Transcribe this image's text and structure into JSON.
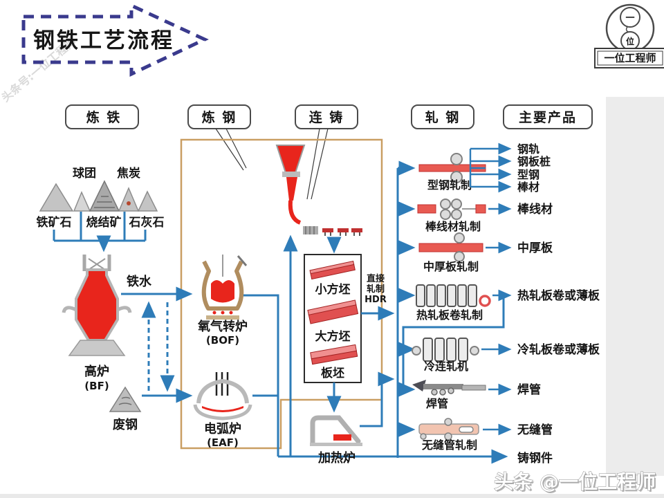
{
  "title": "钢铁工艺流程",
  "logo": {
    "top_char": "一",
    "bottom_char": "位",
    "label": "一位工程师"
  },
  "watermarks": {
    "left_diagonal": "头条号:一位工程师",
    "bottom": "头条 @一位工程师"
  },
  "stages": [
    "炼 铁",
    "炼 钢",
    "连 铸",
    "轧 钢",
    "主要产品"
  ],
  "raw_materials": {
    "pellet": "球团",
    "coke": "焦炭",
    "iron_ore": "铁矿石",
    "sinter": "烧结矿",
    "limestone": "石灰石"
  },
  "ironmaking": {
    "hot_metal": "铁水",
    "blast_furnace": "高炉",
    "bf_abbr": "(BF)",
    "scrap": "废钢"
  },
  "steelmaking": {
    "bof": "氧气转炉",
    "bof_abbr": "(BOF)",
    "eaf": "电弧炉",
    "eaf_abbr": "(EAF)"
  },
  "casting": {
    "billet_small": "小方坯",
    "billet_large": "大方坯",
    "slab": "板坯",
    "hdr_line1": "直接",
    "hdr_line2": "轧制",
    "hdr_line3": "HDR",
    "reheat_furnace": "加热炉"
  },
  "mills": {
    "section": "型钢轧制",
    "bar_wire": "棒线材轧制",
    "plate": "中厚板轧制",
    "hot_strip": "热轧板卷轧制",
    "cold_tandem": "冷连轧机",
    "pipe_weld": "焊管",
    "seamless": "无缝管轧制"
  },
  "products": {
    "rail": "钢轨",
    "sheet_pile": "钢板桩",
    "section_steel": "型钢",
    "bar": "棒材",
    "bar_wire": "棒线材",
    "plate": "中厚板",
    "hot_coil": "热轧板卷或薄板",
    "cold_coil": "冷轧板卷或薄板",
    "welded_pipe": "焊管",
    "seamless_pipe": "无缝管",
    "cast_steel": "铸钢件"
  },
  "colors": {
    "accent_blue": "#2e7cb8",
    "tan_border": "#c99e62",
    "furnace_red": "#e8251c",
    "navy_dashed": "#3a3a8d"
  }
}
